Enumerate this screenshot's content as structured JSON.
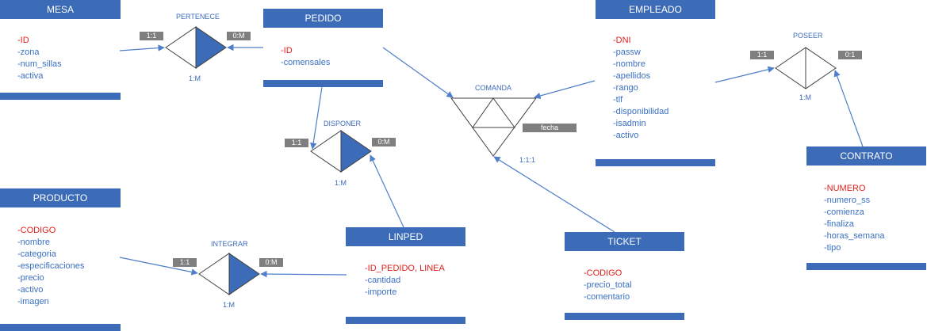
{
  "entities": {
    "mesa": {
      "title": "MESA",
      "attributes": [
        "-ID",
        "-zona",
        "-num_sillas",
        "-activa"
      ]
    },
    "pedido": {
      "title": "PEDIDO",
      "attributes": [
        "-ID",
        "-comensales"
      ]
    },
    "empleado": {
      "title": "EMPLEADO",
      "attributes": [
        "-DNI",
        "-passw",
        "-nombre",
        "-apellidos",
        "-rango",
        "-tlf",
        "-disponibilidad",
        "-isadmin",
        "-activo"
      ]
    },
    "producto": {
      "title": "PRODUCTO",
      "attributes": [
        "-CODIGO",
        "-nombre",
        "-categoria",
        "-especificaciones",
        "-precio",
        "-activo",
        "-imagen"
      ]
    },
    "linped": {
      "title": "LINPED",
      "attributes": [
        "-ID_PEDIDO, LINEA",
        "-cantidad",
        "-importe"
      ]
    },
    "ticket": {
      "title": "TICKET",
      "attributes": [
        "-CODIGO",
        "-precio_total",
        "-comentario"
      ]
    },
    "contrato": {
      "title": "CONTRATO",
      "attributes": [
        "-NUMERO",
        "-numero_ss",
        "-comienza",
        "-finaliza",
        "-horas_semana",
        "-tipo"
      ]
    }
  },
  "relationships": {
    "pertenece": {
      "name": "PERTENECE",
      "left_tag": "1:1",
      "right_tag": "0:M",
      "cardinality": "1:M"
    },
    "disponer": {
      "name": "DISPONER",
      "left_tag": "1:1",
      "right_tag": "0:M",
      "cardinality": "1:M"
    },
    "integrar": {
      "name": "INTEGRAR",
      "left_tag": "1:1",
      "right_tag": "0:M",
      "cardinality": "1:M"
    },
    "poseer": {
      "name": "POSEER",
      "left_tag": "1:1",
      "right_tag": "0:1",
      "cardinality": "1:M"
    },
    "comanda": {
      "name": "COMANDA",
      "tag": "fecha",
      "cardinality": "1:1:1"
    }
  },
  "colors": {
    "entity": "#3c6bb8",
    "primary_key": "#e0201c",
    "attribute": "#3a6fc4",
    "tag": "#7f7f7f",
    "line": "#4f7fc9"
  }
}
